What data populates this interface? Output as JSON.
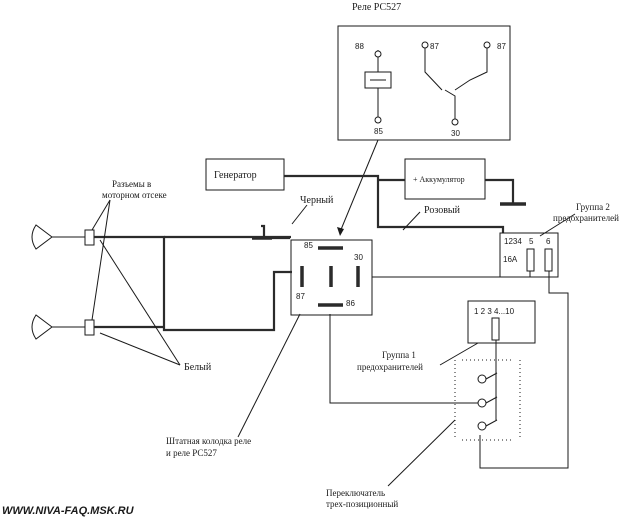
{
  "relay_title": "Реле РС527",
  "relay_pins": {
    "p88": "88",
    "p87a": "87",
    "p87": "87",
    "p85": "85",
    "p30": "30"
  },
  "generator": "Генератор",
  "battery": "+ Аккумулятор",
  "labels": {
    "engine_connectors_line1": "Разъемы в",
    "engine_connectors_line2": "моторном отсеке",
    "black": "Черный",
    "pink": "Розовый",
    "white": "Белый",
    "fuse_group2_line1": "Группа 2",
    "fuse_group2_line2": "предохранителей",
    "fuse_group1_line1": "Группа 1",
    "fuse_group1_line2": "предохранителей",
    "socket_line1": "Штатная колодка реле",
    "socket_line2": "и реле РС527",
    "switch_line1": "Переключатель",
    "switch_line2": "трех-позиционный"
  },
  "socket_pins": {
    "p85": "85",
    "p30": "30",
    "p87": "87",
    "p86": "86"
  },
  "fuse_group2": {
    "nums": "1234",
    "f5": "5",
    "f6": "6",
    "f16": "16A"
  },
  "fuse_group1": {
    "nums": "1 2 3 4...10"
  },
  "watermark": "WWW.NIVA-FAQ.MSK.RU"
}
